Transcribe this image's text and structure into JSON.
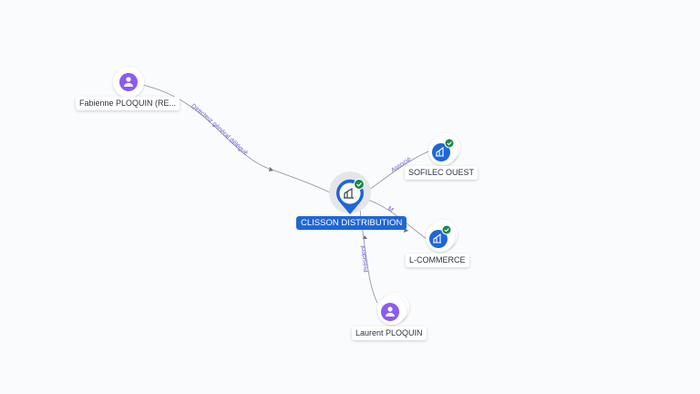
{
  "nodes": {
    "center": {
      "label": "CLISSON DISTRIBUTION",
      "kind": "company",
      "verified": true,
      "icon": "building-icon"
    },
    "fabienne": {
      "label": "Fabienne PLOQUIN (RE...",
      "kind": "person",
      "icon": "person-icon"
    },
    "sofilec": {
      "label": "SOFILEC OUEST",
      "kind": "company",
      "verified": true,
      "icon": "building-icon"
    },
    "lcommerce": {
      "label": "L-COMMERCE",
      "kind": "company",
      "verified": true,
      "icon": "building-icon"
    },
    "laurent": {
      "label": "Laurent PLOQUIN",
      "kind": "person",
      "icon": "person-icon"
    }
  },
  "edges": {
    "fabienne_center": "Directeur général délégué",
    "sofilec_center": "Associé",
    "lcommerce_center": "M",
    "laurent_center": "Président"
  },
  "colors": {
    "accent": "#1f66d8",
    "person": "#8a5cf0",
    "company": "#1f66d8",
    "verified": "#1b8a4c",
    "edge": "#7a7f8c",
    "edge_label": "#6a5cd6"
  }
}
